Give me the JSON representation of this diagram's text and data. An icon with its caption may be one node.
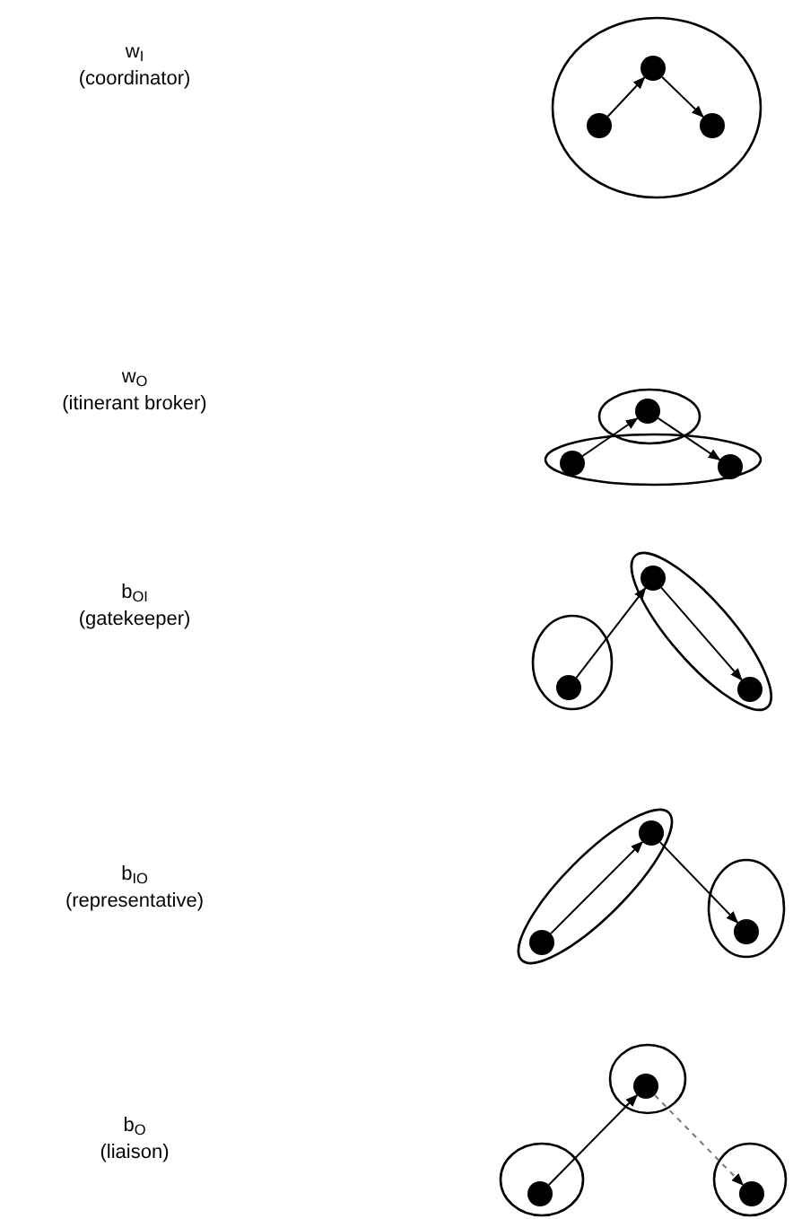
{
  "diagram": {
    "nodes": [
      {
        "text": [],
        "shape": "circle"
      },
      {
        "text": [],
        "shape": "dot",
        "in": 0
      },
      {
        "text": [],
        "shape": "dot",
        "in": 0
      },
      {
        "text": [],
        "shape": "dot",
        "in": 0
      },
      {
        "text": [],
        "shape": "ellipse"
      },
      {
        "text": [],
        "shape": "dot",
        "in": 4
      },
      {
        "text": [],
        "shape": "ellipse"
      },
      {
        "text": [],
        "shape": "dot",
        "in": 6
      },
      {
        "text": [],
        "shape": "dot",
        "in": 6
      },
      {
        "text": [],
        "shape": "ellipse"
      },
      {
        "text": [],
        "shape": "dot",
        "in": 9
      },
      {
        "text": [],
        "shape": "ellipse"
      },
      {
        "text": [],
        "shape": "dot",
        "in": 11
      },
      {
        "text": [],
        "shape": "dot",
        "in": 11
      },
      {
        "text": [],
        "shape": "ellipse"
      },
      {
        "text": [],
        "shape": "dot",
        "in": 14
      },
      {
        "text": [],
        "shape": "dot",
        "in": 14
      },
      {
        "text": [],
        "shape": "ellipse"
      },
      {
        "text": [],
        "shape": "dot",
        "in": 17
      },
      {
        "text": [],
        "shape": "circle"
      },
      {
        "text": [],
        "shape": "dot",
        "in": 19
      },
      {
        "text": [],
        "shape": "circle"
      },
      {
        "text": [],
        "shape": "dot",
        "in": 21
      },
      {
        "text": [],
        "shape": "circle"
      },
      {
        "text": [],
        "shape": "dot",
        "in": 23
      }
    ],
    "edges": [
      {
        "from": 1,
        "to": 2,
        "arrow": "to"
      },
      {
        "from": 2,
        "to": 3,
        "arrow": "to"
      },
      {
        "from": 7,
        "to": 5,
        "arrow": "to"
      },
      {
        "from": 5,
        "to": 8,
        "arrow": "to"
      },
      {
        "from": 10,
        "to": 12,
        "arrow": "to"
      },
      {
        "from": 12,
        "to": 13,
        "arrow": "to"
      },
      {
        "from": 15,
        "to": 16,
        "arrow": "to"
      },
      {
        "from": 16,
        "to": 18,
        "arrow": "to"
      },
      {
        "from": 22,
        "to": 20,
        "arrow": "to"
      },
      {
        "from": 20,
        "to": 24,
        "arrow": "to",
        "style": "dashed",
        "color": "#777777"
      }
    ],
    "labels": [
      "w$_{I}$",
      "(coordinator)",
      "w$_{O}$",
      "(itinerant broker)",
      "b$_{OI}$",
      "(gatekeeper)",
      "b$_{IO}$",
      "(representative)",
      "b$_{O}$",
      "(liaison)"
    ]
  }
}
